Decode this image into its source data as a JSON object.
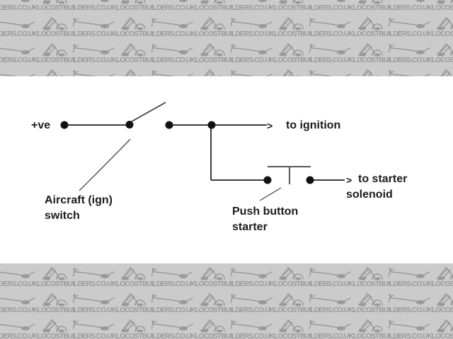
{
  "watermark": {
    "text": "LOCOSTBUILDERS.CO.UK",
    "logo_icon": "car-sketch-icon",
    "band_bg": "#cbcbcb",
    "ink": "#9a9a9a",
    "top_band_rows": [
      -15,
      22,
      59,
      96
    ],
    "bottom_band_rows": [
      3,
      40,
      77
    ]
  },
  "diagram": {
    "ink": "#1c1c1c",
    "wire_color": "#3d3d3d",
    "labels": {
      "positive": "+ve",
      "arrow": ">",
      "to_ignition": "to ignition",
      "to_starter_line1": "to starter",
      "to_starter_line2": "solenoid",
      "switch_label_line1": "Aircraft (ign)",
      "switch_label_line2": "switch",
      "pushbutton_label_line1": "Push button",
      "pushbutton_label_line2": "starter"
    }
  }
}
